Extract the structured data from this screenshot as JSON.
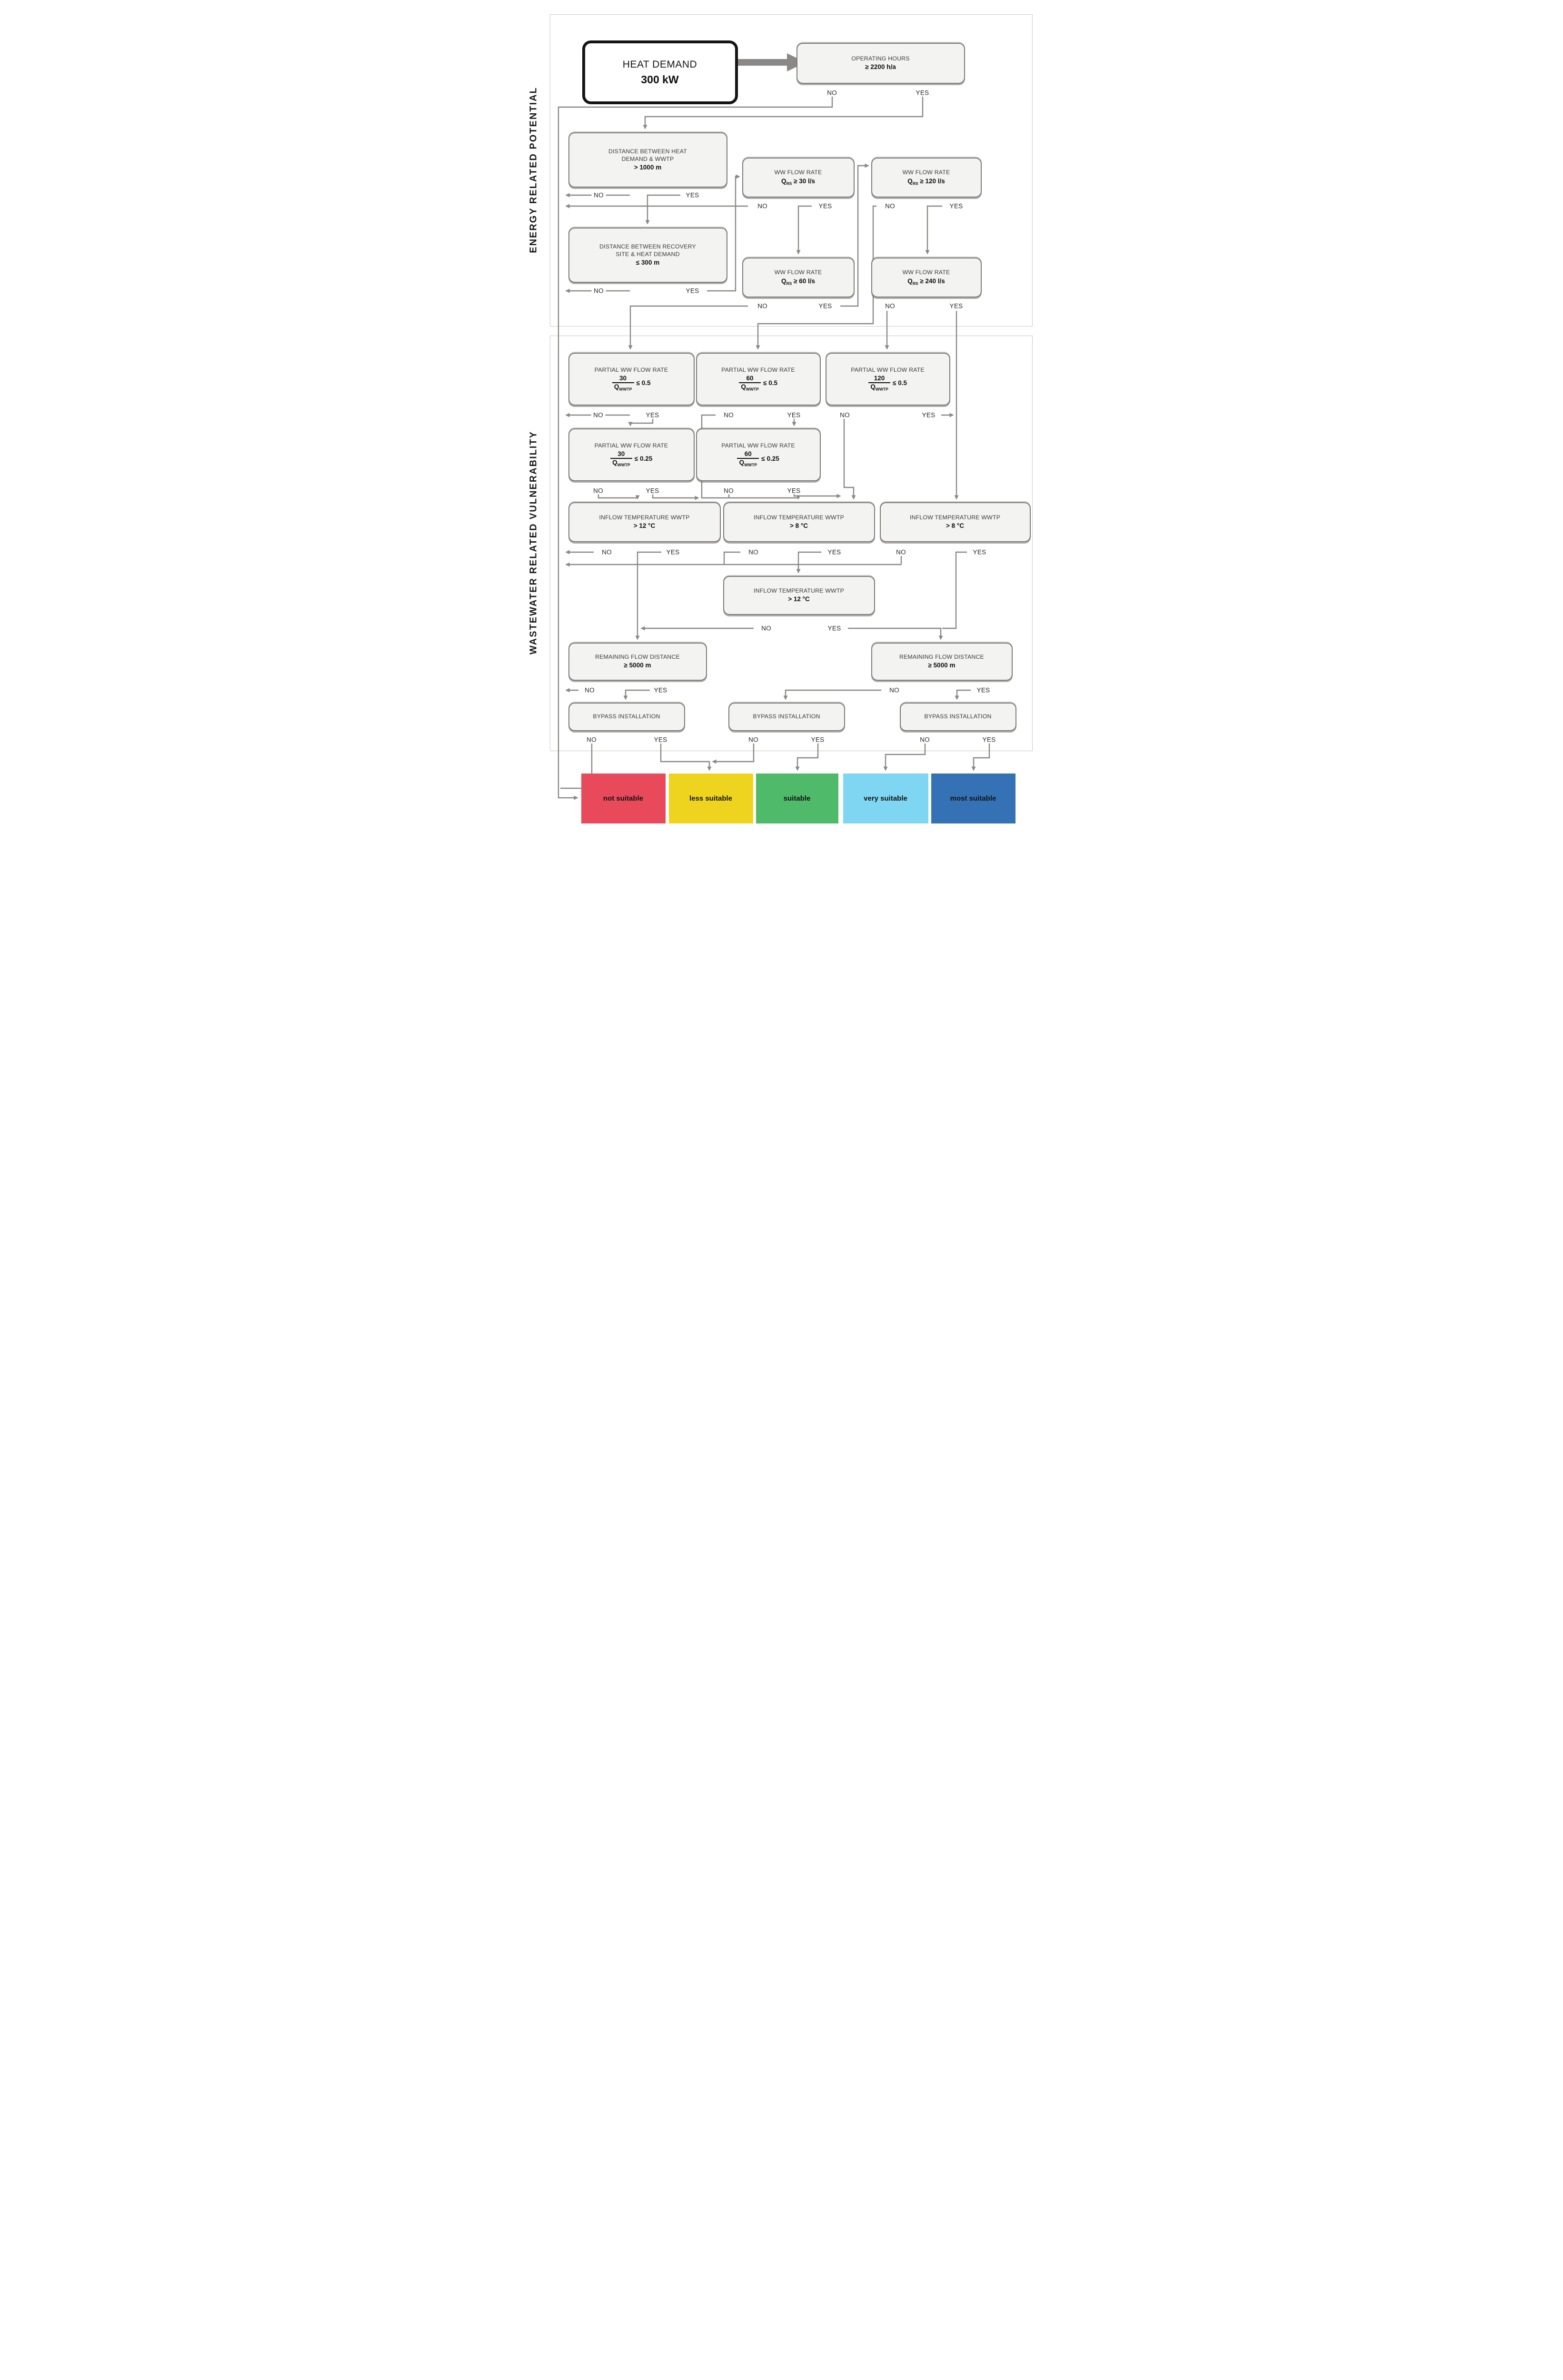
{
  "sections": {
    "top": {
      "label": "ENERGY RELATED POTENTIAL"
    },
    "bottom": {
      "label": "WASTEWATER RELATED VULNERABILITY"
    }
  },
  "labels": {
    "no": "NO",
    "yes": "YES"
  },
  "nodes": {
    "heat_demand": {
      "line1": "HEAT DEMAND",
      "line2": "300 kW"
    },
    "operating_hours": {
      "title": "OPERATING HOURS",
      "value": "≥ 2200 h/a"
    },
    "distance_wwtp": {
      "line1": "DISTANCE BETWEEN HEAT",
      "line2": "DEMAND & WWTP",
      "value": "> 1000 m"
    },
    "distance_recovery": {
      "line1": "DISTANCE BETWEEN RECOVERY",
      "line2": "SITE & HEAT DEMAND",
      "value": "≤ 300 m"
    },
    "ww30": {
      "title": "WW FLOW RATE",
      "q": "Q",
      "qsub": "RS",
      "cond": "≥ 30 l/s"
    },
    "ww60": {
      "title": "WW FLOW RATE",
      "q": "Q",
      "qsub": "RS",
      "cond": "≥ 60 l/s"
    },
    "ww120": {
      "title": "WW FLOW RATE",
      "q": "Q",
      "qsub": "RS",
      "cond": "≥ 120 l/s"
    },
    "ww240": {
      "title": "WW FLOW RATE",
      "q": "Q",
      "qsub": "RS",
      "cond": "≥ 240 l/s"
    },
    "partial30": {
      "title": "PARTIAL WW FLOW RATE",
      "num": "30",
      "q": "Q",
      "qsub": "WWTP",
      "cmp": "≤ 0.5"
    },
    "partial60": {
      "title": "PARTIAL WW FLOW RATE",
      "num": "60",
      "q": "Q",
      "qsub": "WWTP",
      "cmp": "≤ 0.5"
    },
    "partial120": {
      "title": "PARTIAL WW FLOW RATE",
      "num": "120",
      "q": "Q",
      "qsub": "WWTP",
      "cmp": "≤ 0.5"
    },
    "partial30b": {
      "title": "PARTIAL WW FLOW RATE",
      "num": "30",
      "q": "Q",
      "qsub": "WWTP",
      "cmp": "≤ 0.25"
    },
    "partial60b": {
      "title": "PARTIAL WW FLOW RATE",
      "num": "60",
      "q": "Q",
      "qsub": "WWTP",
      "cmp": "≤ 0.25"
    },
    "inflow12a": {
      "title": "INFLOW TEMPERATURE WWTP",
      "value": "> 12 °C"
    },
    "inflow8a": {
      "title": "INFLOW TEMPERATURE WWTP",
      "value": "> 8 °C"
    },
    "inflow8b": {
      "title": "INFLOW TEMPERATURE WWTP",
      "value": "> 8 °C"
    },
    "inflow12b": {
      "title": "INFLOW TEMPERATURE WWTP",
      "value": "> 12 °C"
    },
    "remaining_left": {
      "title": "REMAINING  FLOW DISTANCE",
      "value": "≥ 5000 m"
    },
    "remaining_right": {
      "title": "REMAINING  FLOW DISTANCE",
      "value": "≥ 5000 m"
    },
    "bypass1": {
      "label": "BYPASS INSTALLATION"
    },
    "bypass2": {
      "label": "BYPASS INSTALLATION"
    },
    "bypass3": {
      "label": "BYPASS INSTALLATION"
    }
  },
  "results": [
    {
      "label": "not suitable",
      "color": "#E84A5B"
    },
    {
      "label": "less suitable",
      "color": "#EFD41F"
    },
    {
      "label": "suitable",
      "color": "#4FBA69"
    },
    {
      "label": "very suitable",
      "color": "#7FD6F2"
    },
    {
      "label": "most suitable",
      "color": "#3572B5"
    }
  ]
}
